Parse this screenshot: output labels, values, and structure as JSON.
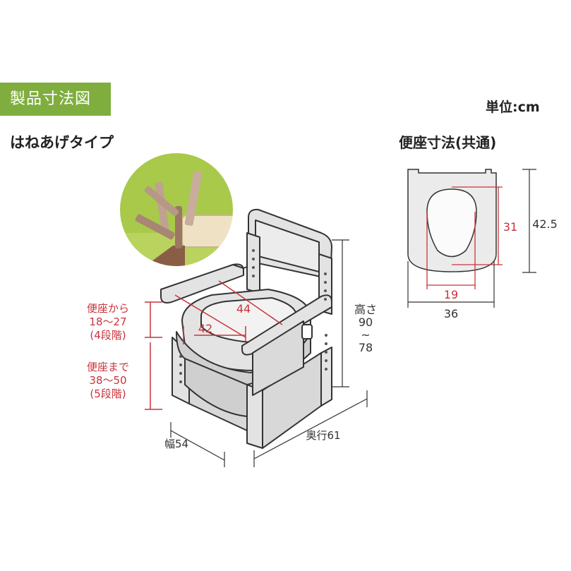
{
  "header": {
    "badge": "製品寸法図",
    "unit": "単位:cm",
    "chair_title": "はねあげタイプ",
    "seat_title": "便座寸法(共通)"
  },
  "chair": {
    "armrest_range_line1": "便座から",
    "armrest_range_line2": "18〜27",
    "armrest_range_line3": "(4段階)",
    "seat_height_line1": "便座まで",
    "seat_height_line2": "38〜50",
    "seat_height_line3": "(5段階)",
    "seat_depth": "44",
    "seat_width": "42",
    "height_line1": "高さ",
    "height_line2": "90",
    "height_line3": "~",
    "height_line4": "78",
    "width_label": "幅54",
    "depth_label": "奥行61"
  },
  "seat": {
    "hole_depth": "31",
    "overall_depth": "42.5",
    "hole_width": "19",
    "overall_width": "36"
  },
  "colors": {
    "accent_green": "#7fae3e",
    "dimension_red": "#c8343a",
    "line_dark": "#333333",
    "chair_fill": "#e3e3e3",
    "photo_bg": "#a8c94a"
  }
}
